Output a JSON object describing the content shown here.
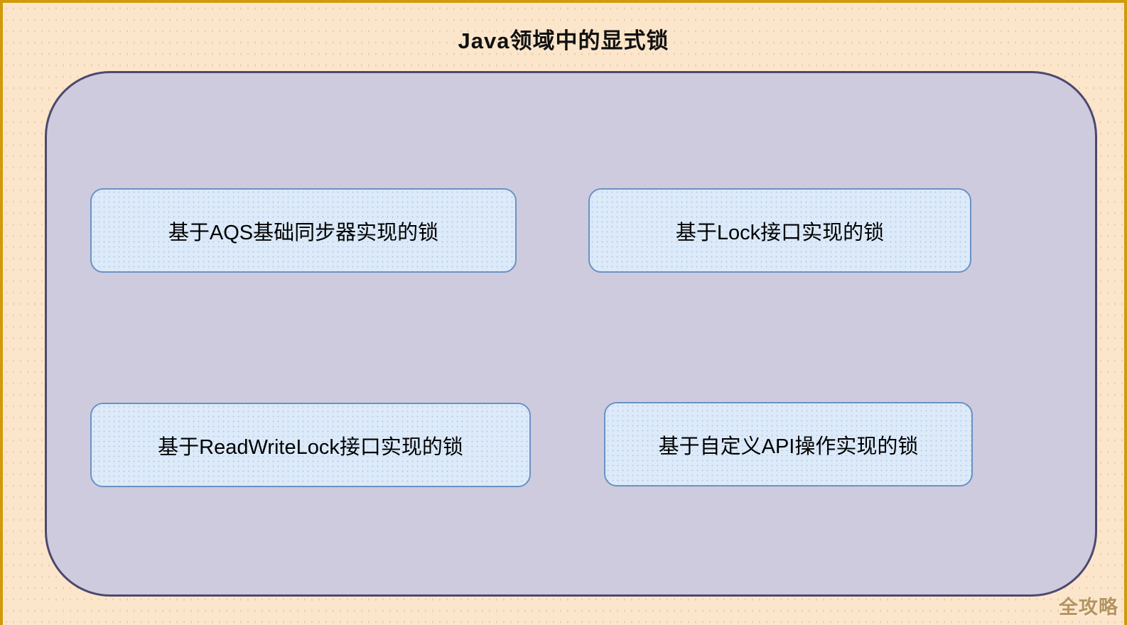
{
  "page": {
    "title": "Java领域中的显式锁",
    "watermark": "全攻略"
  },
  "diagram": {
    "container_name": "explicit-locks-group",
    "boxes": [
      {
        "label": "基于AQS基础同步器实现的锁"
      },
      {
        "label": "基于Lock接口实现的锁"
      },
      {
        "label": "基于ReadWriteLock接口实现的锁"
      },
      {
        "label": "基于自定义API操作实现的锁"
      }
    ]
  },
  "colors": {
    "page_background": "#FCE6CB",
    "frame_border": "#D2990A",
    "container_fill": "#CECBDE",
    "container_border": "#4E486E",
    "box_fill": "#DCEAF9",
    "box_border": "#6A92C4",
    "title_text": "#111111",
    "box_text": "#000000",
    "watermark_text": "#B5935F"
  }
}
